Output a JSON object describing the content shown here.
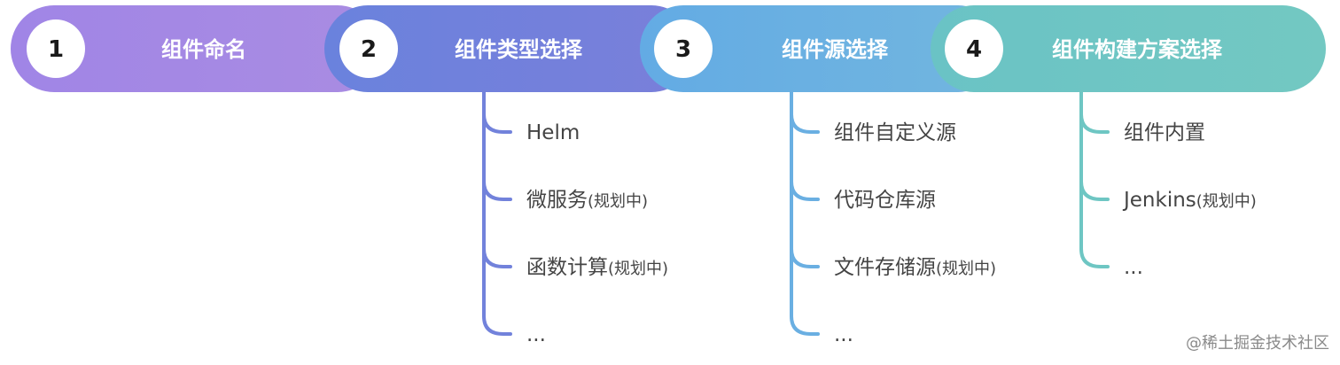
{
  "stages": [
    {
      "number": "1",
      "title": "组件命名",
      "color": "#A58AE3",
      "options": []
    },
    {
      "number": "2",
      "title": "组件类型选择",
      "color": "#7282DB",
      "options": [
        {
          "text": "Helm",
          "note": ""
        },
        {
          "text": "微服务",
          "note": "(规划中)"
        },
        {
          "text": "函数计算",
          "note": "(规划中)"
        },
        {
          "text": "...",
          "note": ""
        }
      ]
    },
    {
      "number": "3",
      "title": "组件源选择",
      "color": "#6AAFE2",
      "options": [
        {
          "text": "组件自定义源",
          "note": ""
        },
        {
          "text": "代码仓库源",
          "note": ""
        },
        {
          "text": "文件存储源",
          "note": "(规划中)"
        },
        {
          "text": "...",
          "note": ""
        }
      ]
    },
    {
      "number": "4",
      "title": "组件构建方案选择",
      "color": "#6EC6C3",
      "options": [
        {
          "text": "组件内置",
          "note": ""
        },
        {
          "text": "Jenkins",
          "note": "(规划中)"
        },
        {
          "text": "...",
          "note": ""
        }
      ]
    }
  ],
  "watermark": "@稀土掘金技术社区"
}
